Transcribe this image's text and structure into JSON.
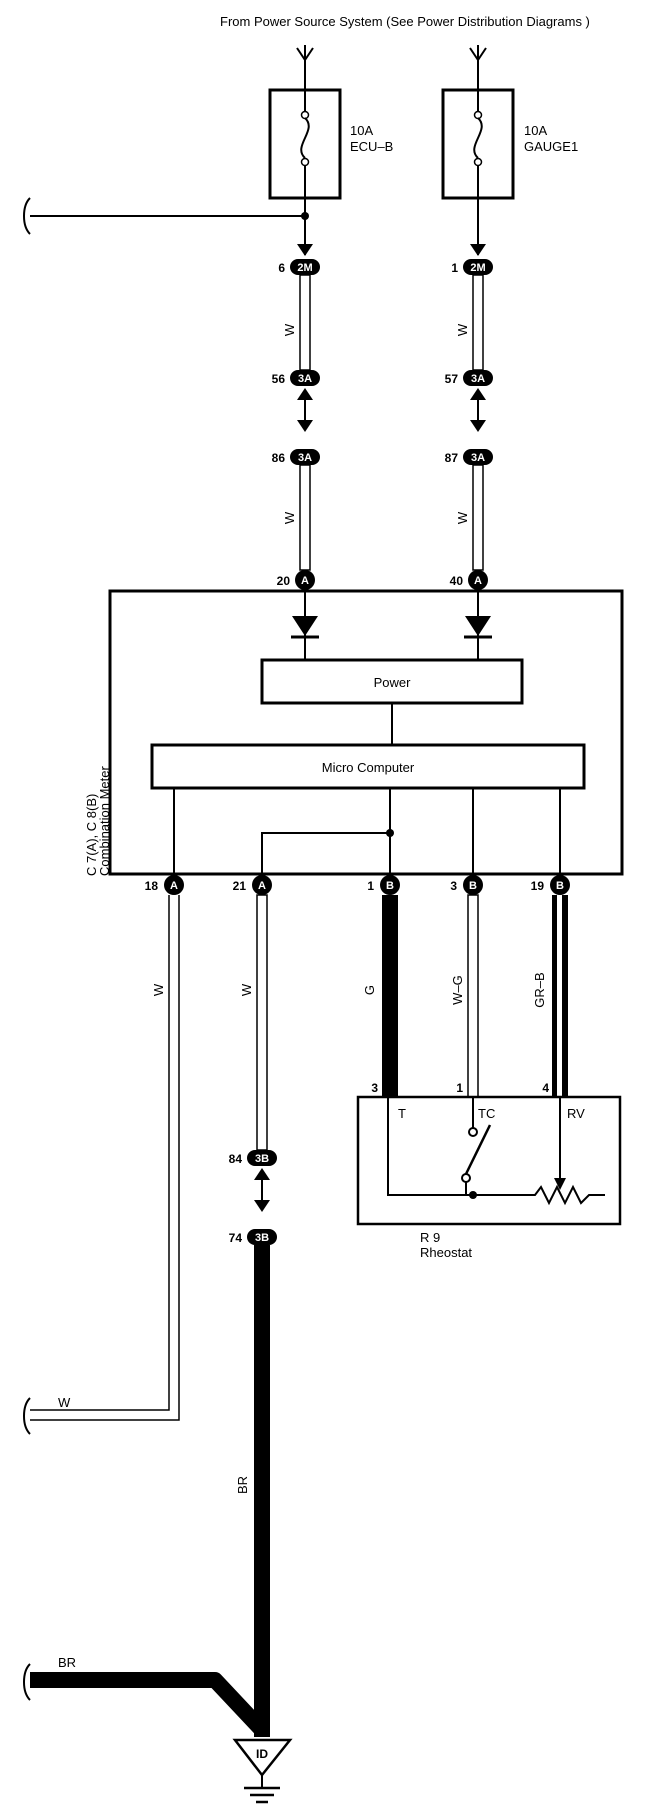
{
  "header": {
    "source_note": "From Power Source System (See Power Distribution Diagrams )"
  },
  "fuses": [
    {
      "rating": "10A",
      "name": "ECU–B"
    },
    {
      "rating": "10A",
      "name": "GAUGE1"
    }
  ],
  "connectors": {
    "ecu_2m": {
      "pin": "6",
      "code": "2M"
    },
    "gauge_2m": {
      "pin": "1",
      "code": "2M"
    },
    "ecu_3a_upper": {
      "pin": "56",
      "code": "3A"
    },
    "gauge_3a_upper": {
      "pin": "57",
      "code": "3A"
    },
    "ecu_3a_lower": {
      "pin": "86",
      "code": "3A"
    },
    "gauge_3a_lower": {
      "pin": "87",
      "code": "3A"
    },
    "meter_in_left": {
      "pin": "20",
      "code": "A"
    },
    "meter_in_right": {
      "pin": "40",
      "code": "A"
    },
    "meter_out_18": {
      "pin": "18",
      "code": "A"
    },
    "meter_out_21": {
      "pin": "21",
      "code": "A"
    },
    "meter_out_1": {
      "pin": "1",
      "code": "B"
    },
    "meter_out_3": {
      "pin": "3",
      "code": "B"
    },
    "meter_out_19": {
      "pin": "19",
      "code": "B"
    },
    "j_84": {
      "pin": "84",
      "code": "3B"
    },
    "j_74": {
      "pin": "74",
      "code": "3B"
    }
  },
  "wire_colors": {
    "ecu_upper": "W",
    "gauge_upper": "W",
    "ecu_lower": "W",
    "gauge_lower": "W",
    "out_18": "W",
    "out_21": "W",
    "out_1": "G",
    "out_3": "W–G",
    "out_19": "GR–B",
    "bottom_w": "W",
    "br_vertical": "BR",
    "br_left": "BR"
  },
  "combination_meter": {
    "label_line1": "C 7(A), C 8(B)",
    "label_line2": "Combination Meter",
    "power_label": "Power",
    "micro_label": "Micro Computer"
  },
  "rheostat": {
    "id": "R 9",
    "name": "Rheostat",
    "pin_t": "3",
    "pin_tc": "1",
    "pin_rv": "4",
    "term_t": "T",
    "term_tc": "TC",
    "term_rv": "RV"
  },
  "ground": {
    "code": "ID"
  }
}
